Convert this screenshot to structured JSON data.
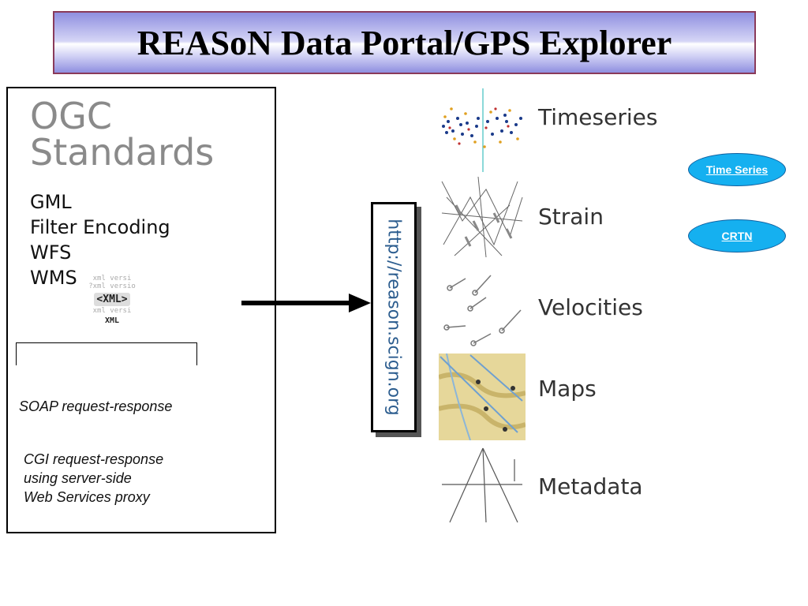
{
  "title": "REASoN Data Portal/GPS Explorer",
  "ogc": {
    "heading_line1": "OGC",
    "heading_line2": "Standards",
    "items": [
      "GML",
      "Filter Encoding",
      "WFS",
      "WMS"
    ],
    "xml_badge": {
      "faint_line": "xml versi",
      "faint_line_2": "?xml versio",
      "main_label": "<XML>",
      "caption": "XML"
    }
  },
  "protocols": {
    "soap": "SOAP request-response",
    "cgi_line1": "CGI request-response",
    "cgi_line2": "using server-side",
    "cgi_line3": "Web Services proxy"
  },
  "url": "http://reason.scign.org",
  "products": [
    {
      "label": "Timeseries"
    },
    {
      "label": "Strain"
    },
    {
      "label": "Velocities"
    },
    {
      "label": "Maps"
    },
    {
      "label": "Metadata"
    }
  ],
  "buttons": {
    "time_series": "Time Series",
    "crtn": "CRTN"
  },
  "colors": {
    "title_border": "#8a3a5a",
    "button_fill": "#15b0f0",
    "url_text": "#2c5d8f"
  }
}
